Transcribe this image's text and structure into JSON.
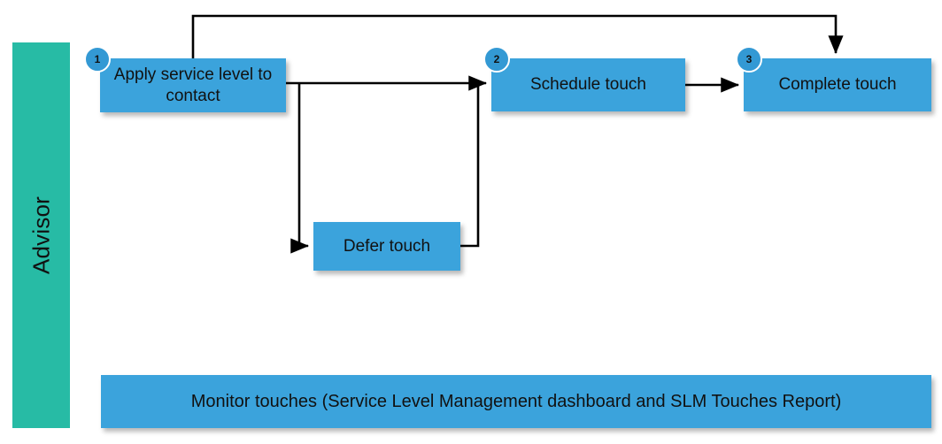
{
  "diagram": {
    "title_alt": "Advisor service level touch process flow",
    "colors": {
      "lane": "#27bba5",
      "node": "#3ba3dc",
      "badge": "#3399d4",
      "connector": "#000000",
      "text": "#111111",
      "background": "#ffffff"
    },
    "lane": {
      "label": "Advisor"
    },
    "nodes": [
      {
        "id": "apply",
        "label": "Apply service level to contact",
        "step": "1"
      },
      {
        "id": "schedule",
        "label": "Schedule touch",
        "step": "2"
      },
      {
        "id": "complete",
        "label": "Complete touch",
        "step": "3"
      },
      {
        "id": "defer",
        "label": "Defer touch",
        "step": ""
      },
      {
        "id": "monitor",
        "label": "Monitor touches (Service Level Management dashboard and SLM Touches Report)",
        "step": ""
      }
    ],
    "badges": [
      {
        "number": "1",
        "for": "apply"
      },
      {
        "number": "2",
        "for": "schedule"
      },
      {
        "number": "3",
        "for": "complete"
      }
    ],
    "connectors": [
      {
        "from": "apply",
        "to": "complete",
        "route": "top-bypass",
        "arrow": true
      },
      {
        "from": "apply",
        "to": "schedule",
        "route": "horizontal",
        "arrow": true
      },
      {
        "from": "apply",
        "to": "defer",
        "route": "down-left",
        "arrow": true
      },
      {
        "from": "defer",
        "to": "schedule",
        "route": "up-right",
        "arrow": true
      },
      {
        "from": "schedule",
        "to": "complete",
        "route": "horizontal",
        "arrow": true
      }
    ]
  }
}
